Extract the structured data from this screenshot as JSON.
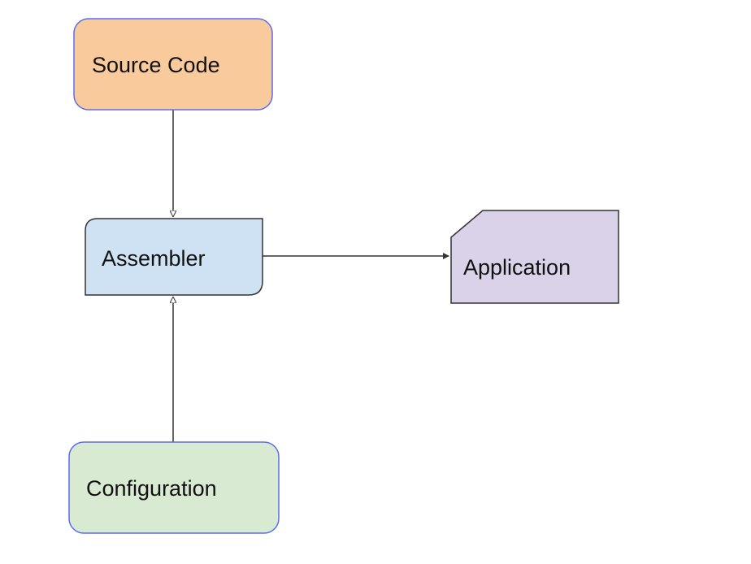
{
  "diagram": {
    "nodes": {
      "source_code": {
        "label": "Source Code",
        "fill": "#f9cb9c",
        "stroke": "#5b6cf0"
      },
      "assembler": {
        "label": "Assembler",
        "fill": "#cfe2f3",
        "stroke": "#333333"
      },
      "application": {
        "label": "Application",
        "fill": "#d9d2e9",
        "stroke": "#333333"
      },
      "configuration": {
        "label": "Configuration",
        "fill": "#d9ead3",
        "stroke": "#5b6cf0"
      }
    },
    "edges": [
      {
        "from": "Source Code",
        "to": "Assembler"
      },
      {
        "from": "Configuration",
        "to": "Assembler"
      },
      {
        "from": "Assembler",
        "to": "Application"
      }
    ],
    "edge_color": "#333333"
  }
}
